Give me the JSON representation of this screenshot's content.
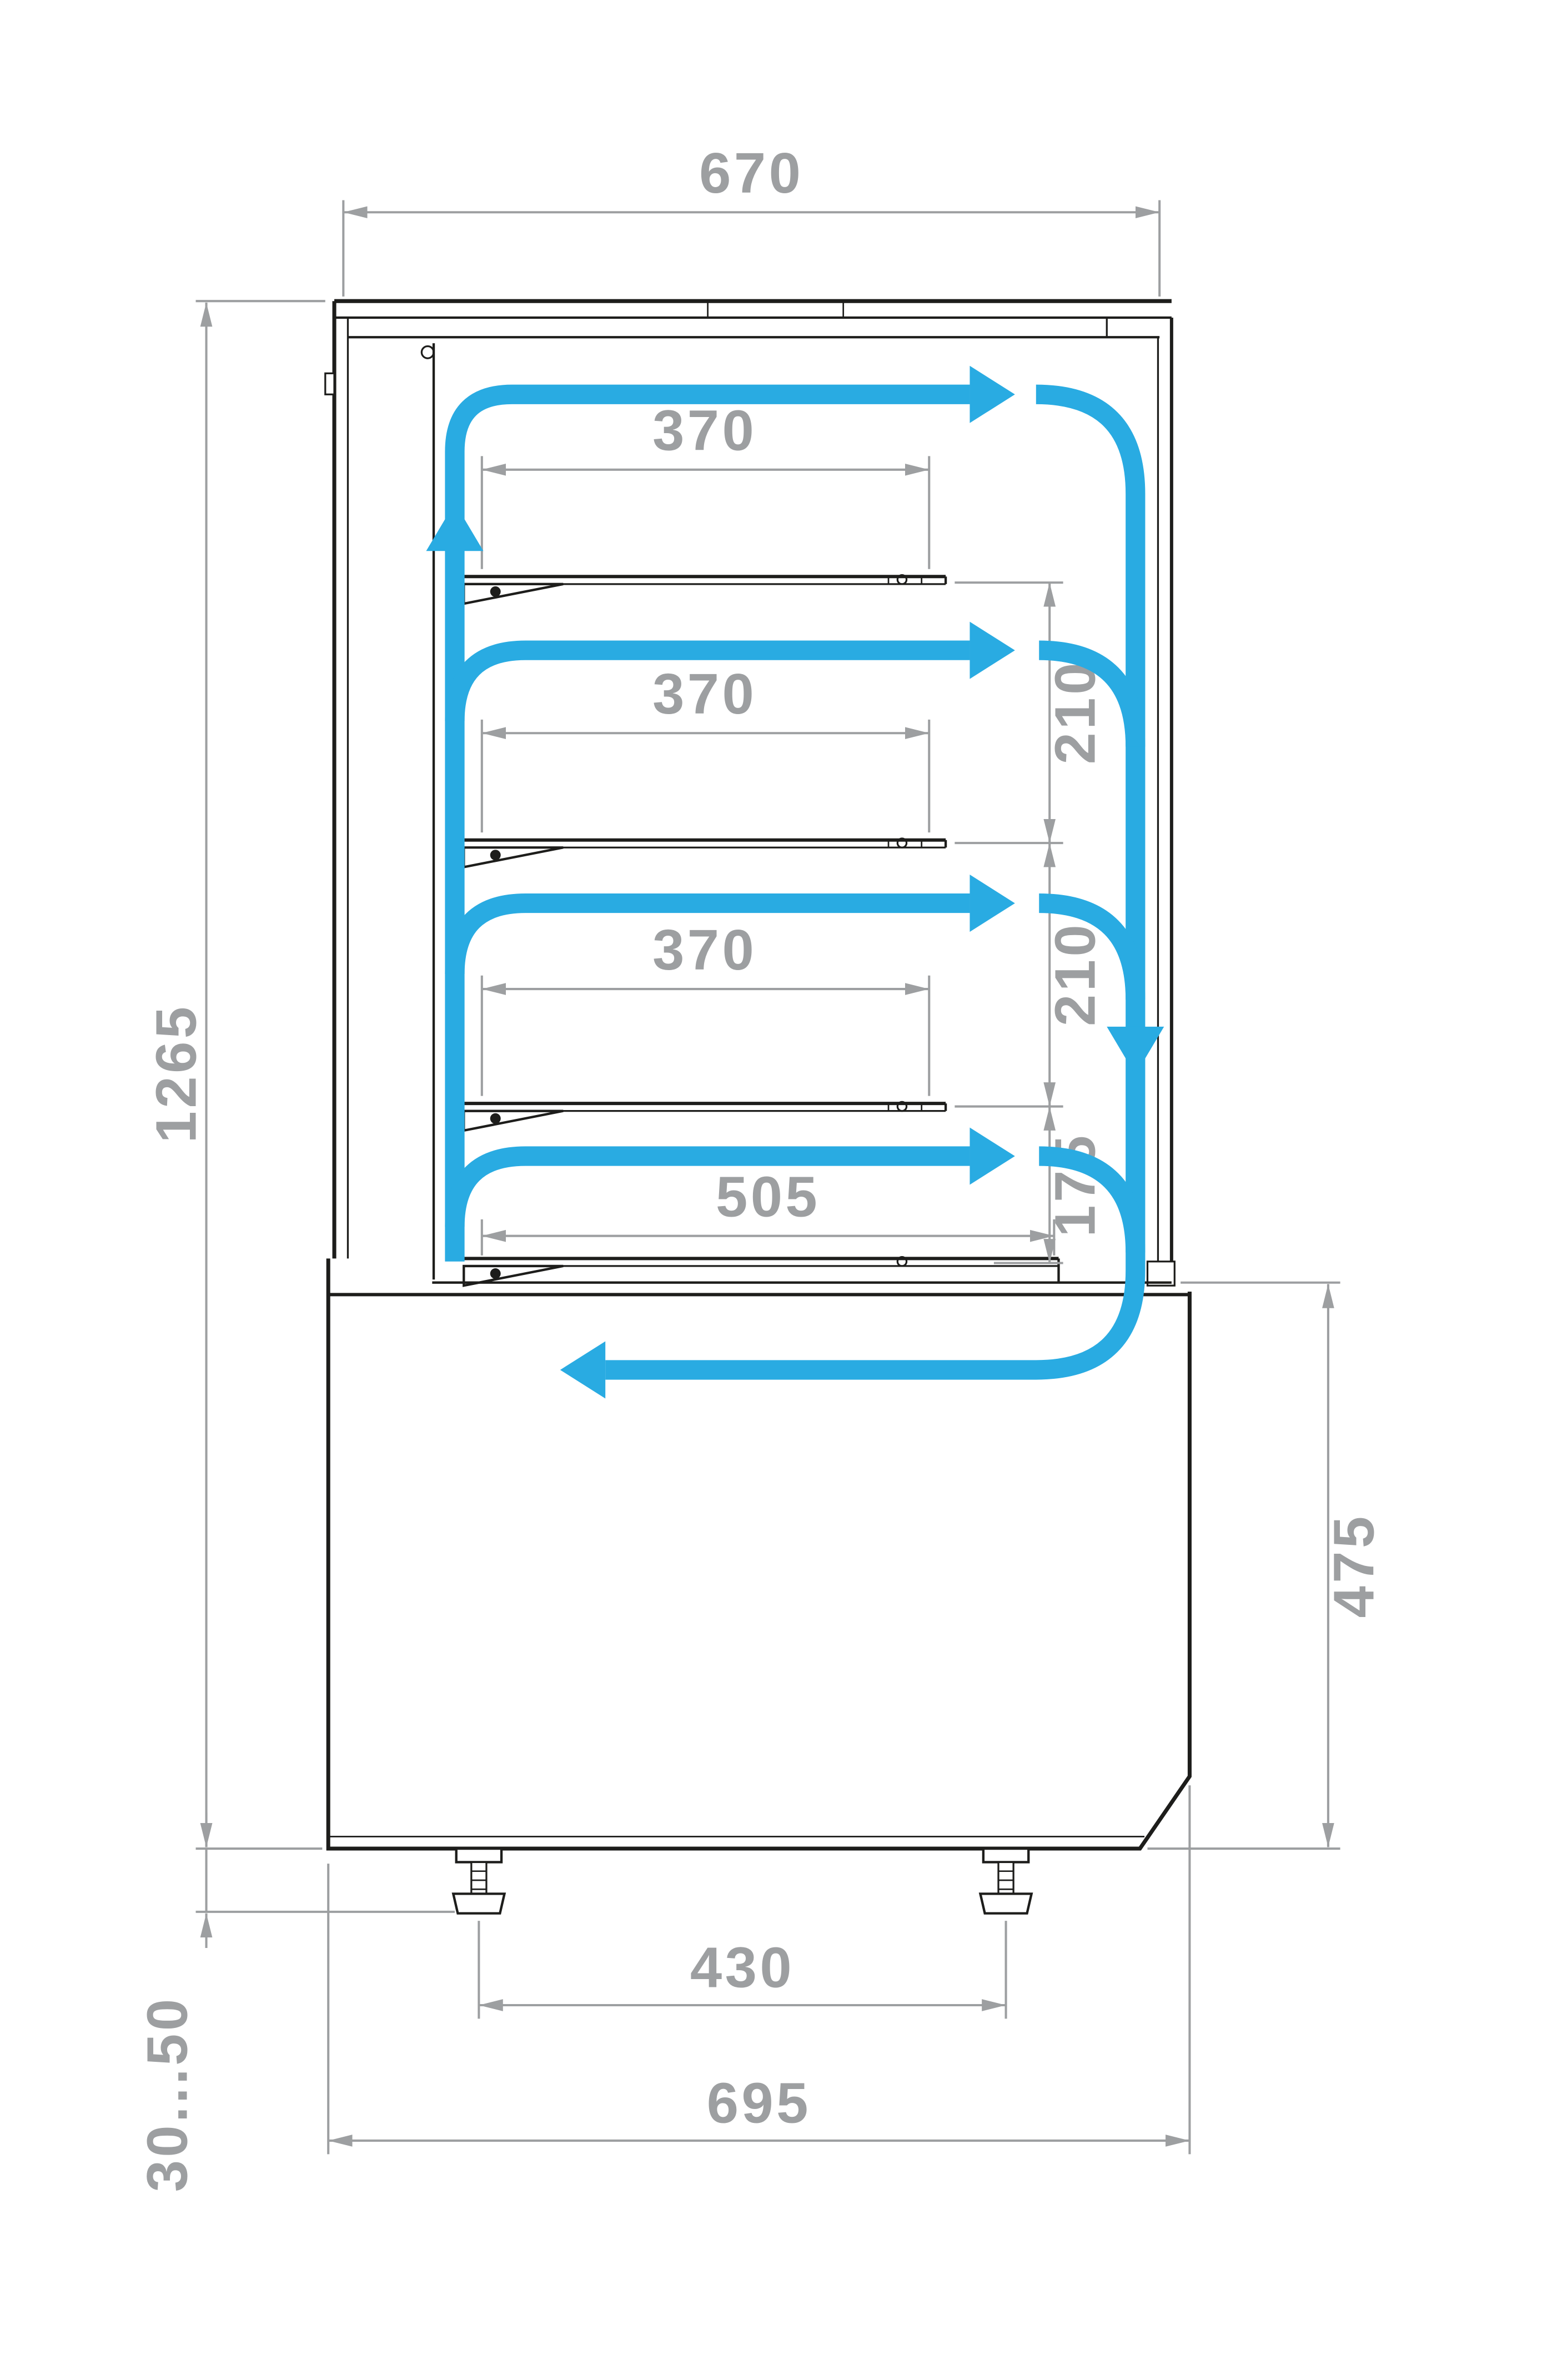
{
  "diagram": {
    "type": "technical-drawing",
    "subject": "Refrigerated display case side section with air circulation arrows",
    "colors": {
      "outline": "#1d1d1b",
      "dimension": "#9d9fa1",
      "airflow": "#29abe2",
      "background": "#ffffff"
    },
    "dimensions": {
      "top_width": "670",
      "shelf_1_width": "370",
      "shelf_2_width": "370",
      "shelf_3_width": "370",
      "shelf_1_to_2_gap": "210",
      "shelf_2_to_3_gap": "210",
      "overall_height": "1265",
      "bottom_shelf_width": "505",
      "shelf_3_to_deck_gap": "175",
      "base_height": "475",
      "feet_spacing": "430",
      "overall_width_bottom": "695",
      "foot_height_range": "30...50"
    }
  }
}
